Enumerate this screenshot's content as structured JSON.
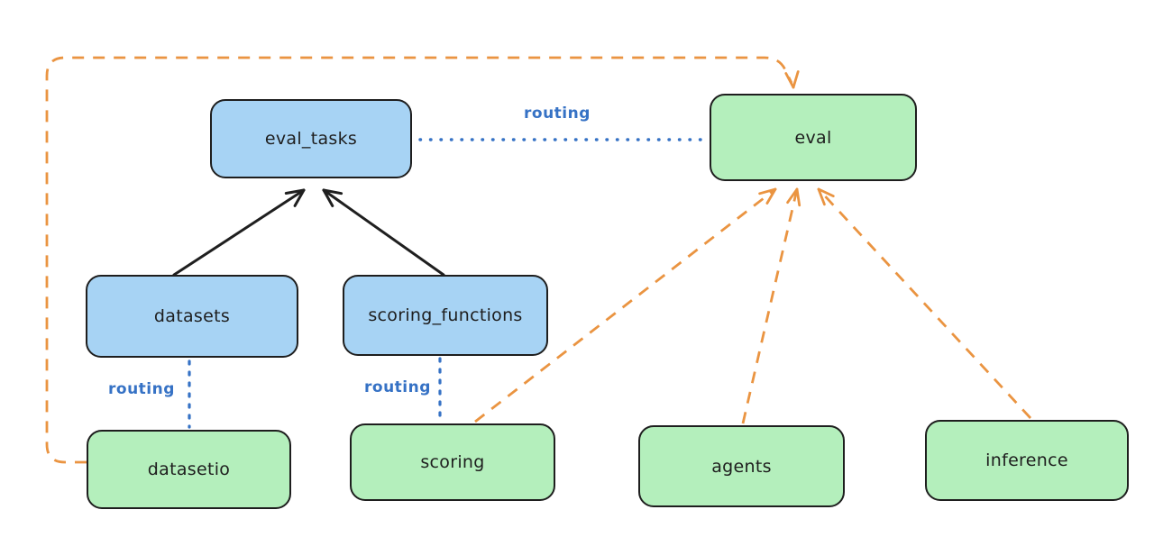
{
  "diagram": {
    "title": "",
    "nodes": {
      "eval_tasks": {
        "label": "eval_tasks",
        "color": "blue"
      },
      "eval": {
        "label": "eval",
        "color": "green"
      },
      "datasets": {
        "label": "datasets",
        "color": "blue"
      },
      "scoring_functions": {
        "label": "scoring_functions",
        "color": "blue"
      },
      "datasetio": {
        "label": "datasetio",
        "color": "green"
      },
      "scoring": {
        "label": "scoring",
        "color": "green"
      },
      "agents": {
        "label": "agents",
        "color": "green"
      },
      "inference": {
        "label": "inference",
        "color": "green"
      }
    },
    "edges": [
      {
        "from": "datasets",
        "to": "eval_tasks",
        "style": "solid-black-arrow",
        "label": ""
      },
      {
        "from": "scoring_functions",
        "to": "eval_tasks",
        "style": "solid-black-arrow",
        "label": ""
      },
      {
        "from": "eval_tasks",
        "to": "eval",
        "style": "dotted-blue",
        "label": "routing"
      },
      {
        "from": "datasets",
        "to": "datasetio",
        "style": "dotted-blue",
        "label": "routing"
      },
      {
        "from": "scoring_functions",
        "to": "scoring",
        "style": "dotted-blue",
        "label": "routing"
      },
      {
        "from": "datasetio",
        "to": "eval",
        "style": "dashed-orange-arrow",
        "label": ""
      },
      {
        "from": "scoring",
        "to": "eval",
        "style": "dashed-orange-arrow",
        "label": ""
      },
      {
        "from": "agents",
        "to": "eval",
        "style": "dashed-orange-arrow",
        "label": ""
      },
      {
        "from": "inference",
        "to": "eval",
        "style": "dashed-orange-arrow",
        "label": ""
      }
    ],
    "colors": {
      "background": "#ffffff",
      "node_blue_fill": "#a7d3f4",
      "node_green_fill": "#b4efbc",
      "node_border": "#1e1e1e",
      "routing_blue": "#3672c5",
      "orange_dashed": "#ea9441",
      "black_arrow": "#1f1f1f"
    }
  }
}
